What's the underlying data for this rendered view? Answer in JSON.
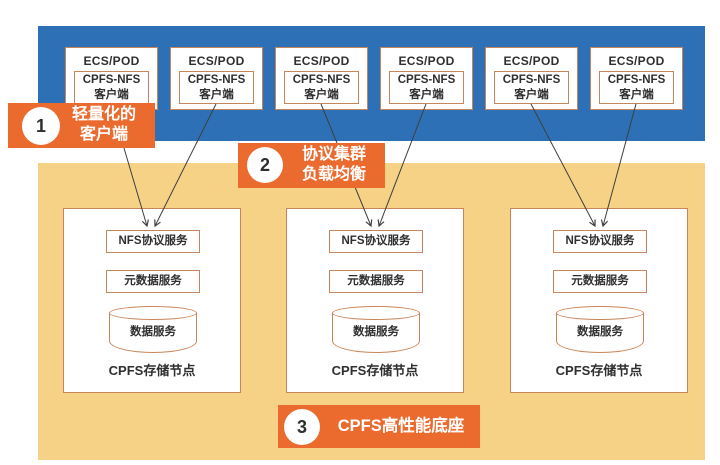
{
  "diagram": {
    "client_tier": {
      "host_label": "ECS/POD",
      "client_line1": "CPFS-NFS",
      "client_line2": "客户端"
    },
    "storage_tier": {
      "services": {
        "protocol": "NFS协议服务",
        "metadata": "元数据服务",
        "data": "数据服务"
      },
      "node_label": "CPFS存储节点"
    },
    "badges": [
      {
        "number": "1",
        "line1": "轻量化的",
        "line2": "客户端"
      },
      {
        "number": "2",
        "line1": "协议集群",
        "line2": "负载均衡"
      },
      {
        "number": "3",
        "line1": "CPFS高性能底座"
      }
    ],
    "colors": {
      "client_band_blue": "#2e70b5",
      "storage_band_yellow": "#f6d286",
      "badge_orange": "#eb6a2e",
      "box_border_orange": "#c9855a"
    }
  }
}
